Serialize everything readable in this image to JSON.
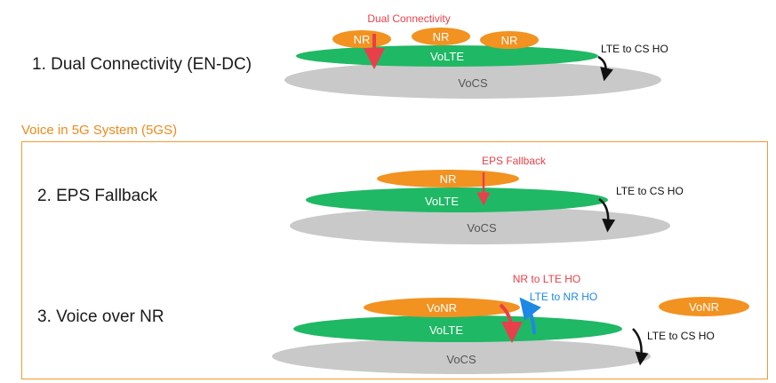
{
  "rows": {
    "dual_connectivity": {
      "title": "1. Dual Connectivity (EN-DC)",
      "annotation": "Dual Connectivity",
      "nr_labels": [
        "NR",
        "NR",
        "NR"
      ],
      "volte": "VoLTE",
      "vocs": "VoCS",
      "handover": "LTE to CS HO"
    },
    "eps_fallback": {
      "title": "2. EPS Fallback",
      "annotation": "EPS Fallback",
      "nr": "NR",
      "volte": "VoLTE",
      "vocs": "VoCS",
      "handover": "LTE to CS HO"
    },
    "vonr": {
      "title": "3. Voice over NR",
      "nr_to_lte": "NR to LTE HO",
      "lte_to_nr": "LTE to NR HO",
      "vonr_left": "VoNR",
      "vonr_right": "VoNR",
      "volte": "VoLTE",
      "vocs": "VoCS",
      "handover": "LTE to CS HO"
    }
  },
  "group_label": "Voice in 5G System (5GS)",
  "colors": {
    "nr": "#f29220",
    "volte": "#1fb865",
    "vocs": "#c9c9c9",
    "red_arrow": "#e8404a",
    "blue_arrow": "#1e88e5",
    "box_border": "#ef9a2e"
  }
}
